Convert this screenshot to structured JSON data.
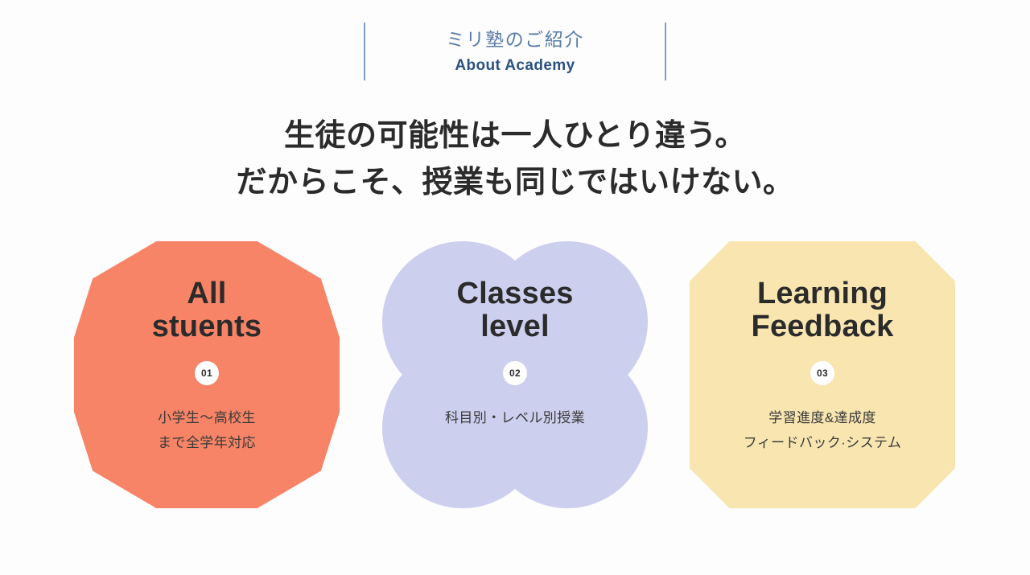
{
  "section": {
    "eyebrow_ja": "ミリ塾のご紹介",
    "eyebrow_en": "About Academy"
  },
  "headline": {
    "line1": "生徒の可能性は一人ひとり違う。",
    "line2": "だからこそ、授業も同じではいけない。"
  },
  "cards": [
    {
      "shape": "decagon",
      "color": "#F78466",
      "title_line1": "All",
      "title_line2": "stuents",
      "badge": "01",
      "desc_line1": "小学生〜高校生",
      "desc_line2": "まで全学年対応"
    },
    {
      "shape": "clover",
      "color": "#CDCFEE",
      "title_line1": "Classes",
      "title_line2": "level",
      "badge": "02",
      "desc_line1": "科目別・レベル別授業",
      "desc_line2": ""
    },
    {
      "shape": "octagon",
      "color": "#F8E5B0",
      "title_line1": "Learning",
      "title_line2": "Feedback",
      "badge": "03",
      "desc_line1": "学習進度&達成度",
      "desc_line2": "フィードバック·システム"
    }
  ],
  "colors": {
    "background": "#FDFDFD",
    "accent_blue": "#2C5282",
    "eyebrow_blue": "#5A7CA8",
    "rule_blue": "#7E9CC4",
    "text_dark": "#2B2B2B",
    "text_body": "#3A3A3A"
  }
}
